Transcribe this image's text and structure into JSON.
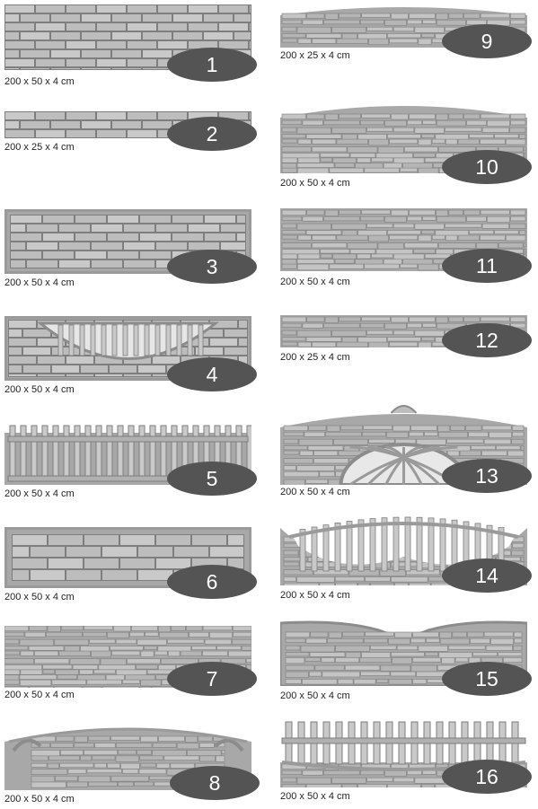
{
  "colors": {
    "badge_bg": "#545454",
    "badge_text": "#ffffff",
    "concrete_light": "#c9c9c9",
    "concrete_mid": "#a8a8a8",
    "concrete_dark": "#7e7e7e"
  },
  "panels": [
    {
      "number": "1",
      "dimensions": "200 x 50 x 4 cm",
      "pattern": "brick"
    },
    {
      "number": "2",
      "dimensions": "200 x 25 x 4 cm",
      "pattern": "brick"
    },
    {
      "number": "3",
      "dimensions": "200 x 50 x 4 cm",
      "pattern": "brick-framed"
    },
    {
      "number": "4",
      "dimensions": "200 x 50 x 4 cm",
      "pattern": "brick-balusters"
    },
    {
      "number": "5",
      "dimensions": "200 x 50 x 4 cm",
      "pattern": "picket"
    },
    {
      "number": "6",
      "dimensions": "200 x 50 x 4 cm",
      "pattern": "block-framed"
    },
    {
      "number": "7",
      "dimensions": "200 x 50 x 4 cm",
      "pattern": "stone"
    },
    {
      "number": "8",
      "dimensions": "200 x 50 x 4 cm",
      "pattern": "stone-arch-ornament"
    },
    {
      "number": "9",
      "dimensions": "200 x 25 x 4 cm",
      "pattern": "slate-arched"
    },
    {
      "number": "10",
      "dimensions": "200 x 50 x 4 cm",
      "pattern": "slate-arched"
    },
    {
      "number": "11",
      "dimensions": "200 x 50 x 4 cm",
      "pattern": "slate"
    },
    {
      "number": "12",
      "dimensions": "200 x 25 x 4 cm",
      "pattern": "slate"
    },
    {
      "number": "13",
      "dimensions": "200 x 50 x 4 cm",
      "pattern": "slate-fan-ornament"
    },
    {
      "number": "14",
      "dimensions": "200 x 50 x 4 cm",
      "pattern": "picket-wave"
    },
    {
      "number": "15",
      "dimensions": "200 x 50 x 4 cm",
      "pattern": "slate-wave"
    },
    {
      "number": "16",
      "dimensions": "200 x 50 x 4 cm",
      "pattern": "picket-low-wave"
    }
  ]
}
